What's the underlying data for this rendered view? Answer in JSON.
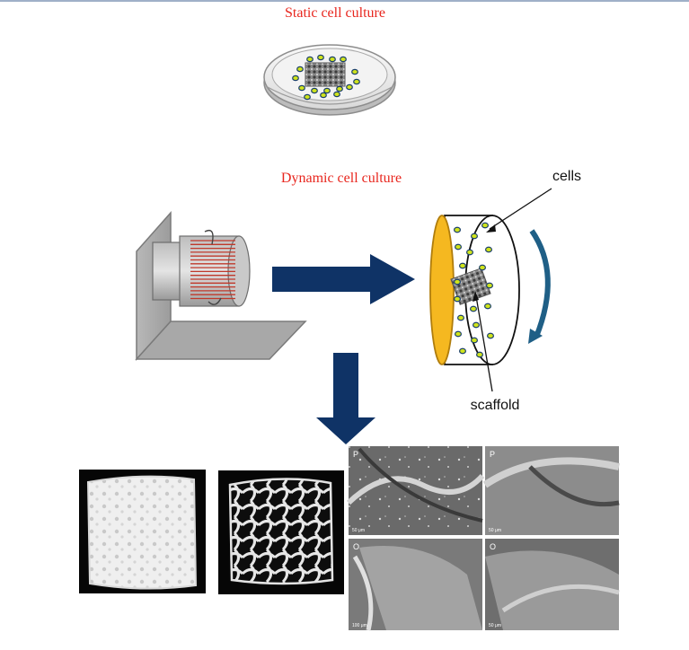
{
  "labels": {
    "static_title": "Static cell culture",
    "dynamic_title": "Dynamic cell culture",
    "cells": "cells",
    "scaffold": "scaffold"
  },
  "sem_panels": [
    {
      "letter": "P",
      "scale": "50 μm"
    },
    {
      "letter": "P",
      "scale": "50 μm"
    },
    {
      "letter": "O",
      "scale": "100 μm"
    },
    {
      "letter": "O",
      "scale": "50 μm"
    }
  ],
  "colors": {
    "title_red": "#e8261e",
    "arrow_navy": "#0f3366",
    "rotation_teal": "#1f5f86",
    "cell_green": "#cfe31c",
    "cell_stroke": "#1a3f6a",
    "disk_orange": "#f5b820",
    "coil_red": "#c0392b"
  },
  "icons": {
    "petri_dish": "petri-dish-icon",
    "rotator": "rotating-bioreactor-icon",
    "culture_chamber": "culture-chamber-icon"
  }
}
